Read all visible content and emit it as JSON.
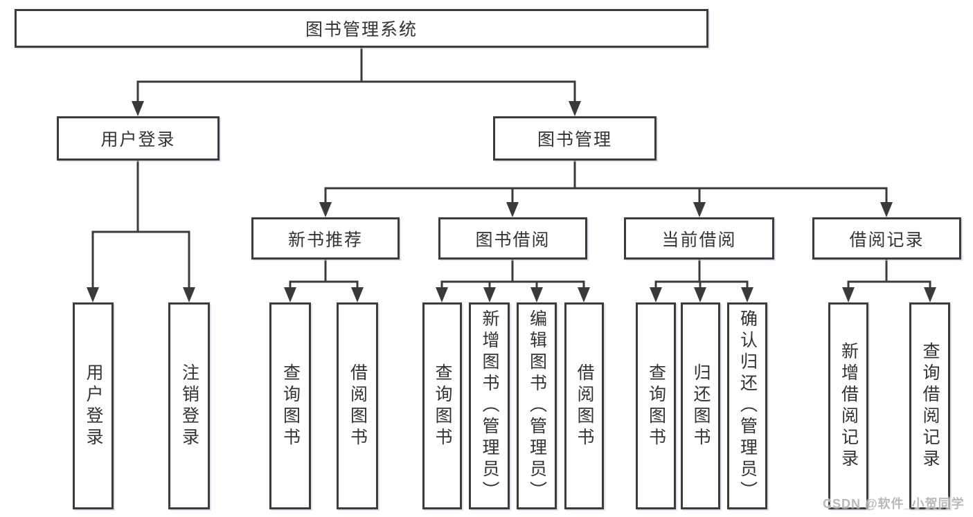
{
  "tree": {
    "root": "图书管理系统",
    "branches": [
      {
        "label": "用户登录",
        "children": [
          "用户登录",
          "注销登录"
        ]
      },
      {
        "label": "图书管理",
        "children": [
          {
            "label": "新书推荐",
            "children": [
              "查询图书",
              "借阅图书"
            ]
          },
          {
            "label": "图书借阅",
            "children": [
              "查询图书",
              "新增图书（管理员）",
              "编辑图书（管理员）",
              "借阅图书"
            ]
          },
          {
            "label": "当前借阅",
            "children": [
              "查询图书",
              "归还图书",
              "确认归还（管理员）"
            ]
          },
          {
            "label": "借阅记录",
            "children": [
              "新增借阅记录",
              "查询借阅记录"
            ]
          }
        ]
      }
    ]
  },
  "watermark": "CSDN @软件_小贺同学",
  "colors": {
    "line": "#3a3a3a",
    "box_border": "#3c3c3c",
    "text": "#333333",
    "background": "#ffffff",
    "watermark": "#8a8a8a"
  }
}
